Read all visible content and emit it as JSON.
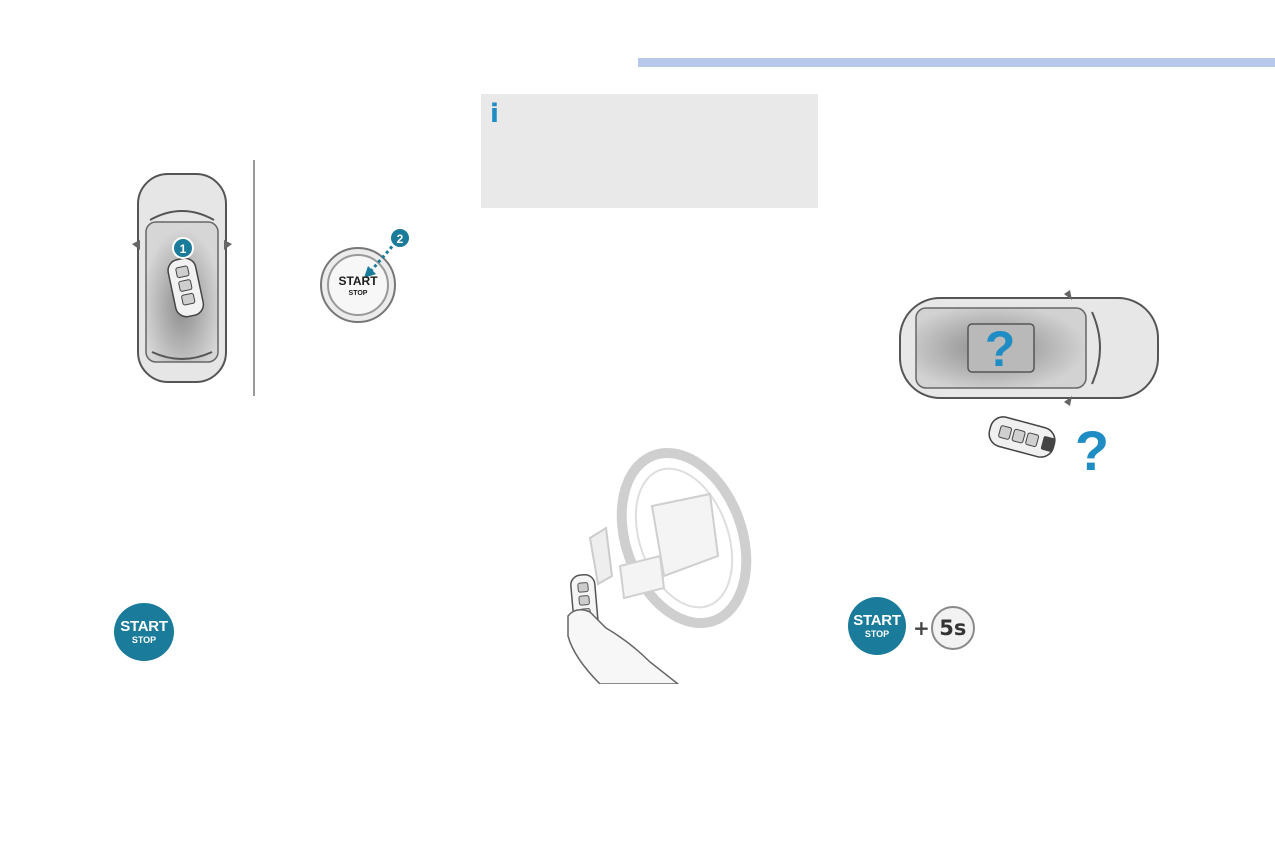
{
  "info_box": {
    "icon": "info-icon",
    "glyph": "i",
    "accent": "#1f8dc4"
  },
  "figure_car_top": {
    "step_1": "1",
    "icon": "car-top-view-icon"
  },
  "figure_button": {
    "step_2": "2",
    "button_label": "START",
    "button_sublabel": "STOP",
    "icon": "start-stop-button-icon"
  },
  "figure_steering": {
    "icon": "steering-wheel-key-icon"
  },
  "figure_key_missing": {
    "question_mark": "?",
    "icon": "car-key-not-detected-icon"
  },
  "badge_left": {
    "label": "START",
    "sublabel": "STOP"
  },
  "badge_right": {
    "label": "START",
    "sublabel": "STOP",
    "suffix_plus": "+",
    "suffix_time": "5s"
  },
  "colors": {
    "badge": "#1a7b9a",
    "accent": "#1f8dc4",
    "band": "#b7c9ea",
    "info_bg": "#e9e9e9"
  }
}
